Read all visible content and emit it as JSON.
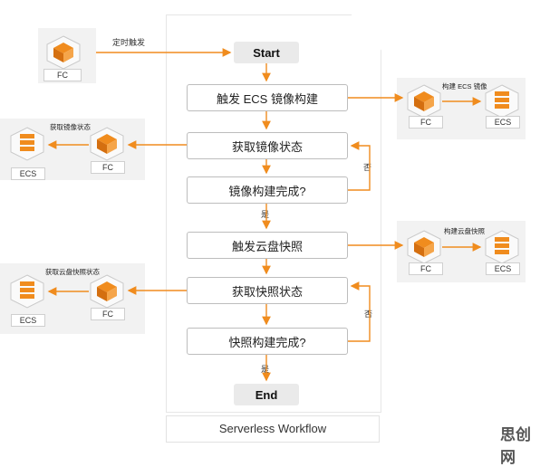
{
  "workflow": {
    "start": "Start",
    "end": "End",
    "steps": [
      "触发 ECS 镜像构建",
      "获取镜像状态",
      "镜像构建完成?",
      "触发云盘快照",
      "获取快照状态",
      "快照构建完成?"
    ],
    "caption": "Serverless Workflow",
    "yes_label_1": "是",
    "no_label_1": "否",
    "yes_label_2": "是",
    "no_label_2": "否"
  },
  "trigger": {
    "node_label": "FC",
    "edge_label": "定时触发"
  },
  "side_groups": [
    {
      "title": "构建 ECS 镜像",
      "fc_label": "FC",
      "ecs_label": "ECS"
    },
    {
      "title": "获取镜像状态",
      "fc_label": "FC",
      "ecs_label": "ECS"
    },
    {
      "title": "构建云盘快照",
      "fc_label": "FC",
      "ecs_label": "ECS"
    },
    {
      "title": "获取云盘快照状态",
      "fc_label": "FC",
      "ecs_label": "ECS"
    }
  ],
  "colors": {
    "arrow": "#f08c1e",
    "fc_icon": "#f08c1e",
    "ecs_icon": "#f08c1e"
  },
  "icons": [
    "fc-icon",
    "ecs-icon"
  ],
  "watermark": "思创网"
}
